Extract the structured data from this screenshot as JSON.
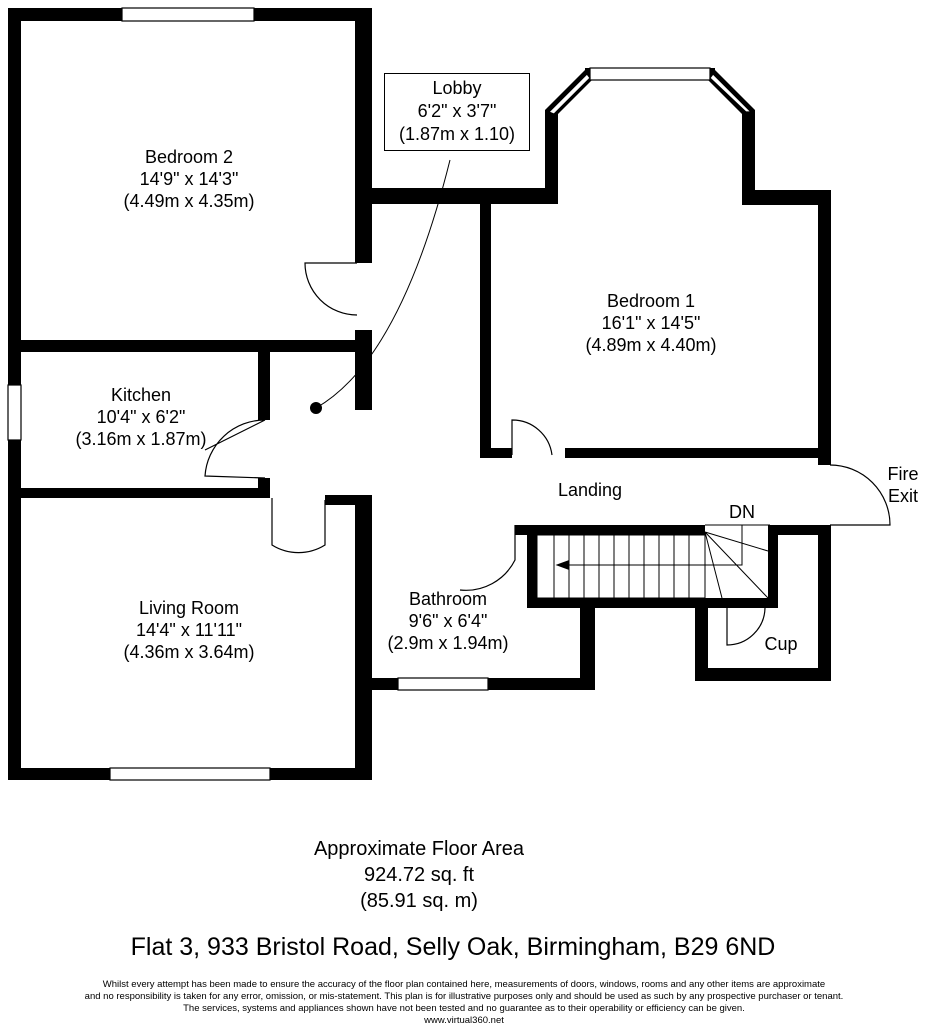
{
  "rooms": {
    "bedroom2": {
      "name": "Bedroom 2",
      "imperial": "14'9\" x 14'3\"",
      "metric": "(4.49m x 4.35m)"
    },
    "lobby": {
      "name": "Lobby",
      "imperial": "6'2\" x 3'7\"",
      "metric": "(1.87m x 1.10)"
    },
    "bedroom1": {
      "name": "Bedroom 1",
      "imperial": "16'1\" x 14'5\"",
      "metric": "(4.89m x 4.40m)"
    },
    "kitchen": {
      "name": "Kitchen",
      "imperial": "10'4\" x 6'2\"",
      "metric": "(3.16m x 1.87m)"
    },
    "landing": {
      "name": "Landing"
    },
    "fire_exit": {
      "line1": "Fire",
      "line2": "Exit"
    },
    "stairs": {
      "label": "DN"
    },
    "living_room": {
      "name": "Living Room",
      "imperial": "14'4\" x 11'11\"",
      "metric": "(4.36m x 3.64m)"
    },
    "bathroom": {
      "name": "Bathroom",
      "imperial": "9'6\" x 6'4\"",
      "metric": "(2.9m x 1.94m)"
    },
    "cupboard": {
      "name": "Cup"
    }
  },
  "floor_area": {
    "title": "Approximate Floor Area",
    "sqft": "924.72 sq. ft",
    "sqm": "(85.91 sq. m)"
  },
  "address": "Flat 3, 933 Bristol Road, Selly Oak, Birmingham, B29 6ND",
  "disclaimer": {
    "line1": "Whilst every attempt has been made to ensure the accuracy of the floor plan contained here, measurements of doors, windows, rooms and any other items are approximate",
    "line2": "and no responsibility is taken for any error, omission, or mis-statement. This plan is for illustrative purposes only and should be used as such by any prospective purchaser or tenant.",
    "line3": "The services, systems and appliances shown have not been tested and no guarantee as to their operability or efficiency can be given.",
    "website": "www.virtual360.net"
  }
}
